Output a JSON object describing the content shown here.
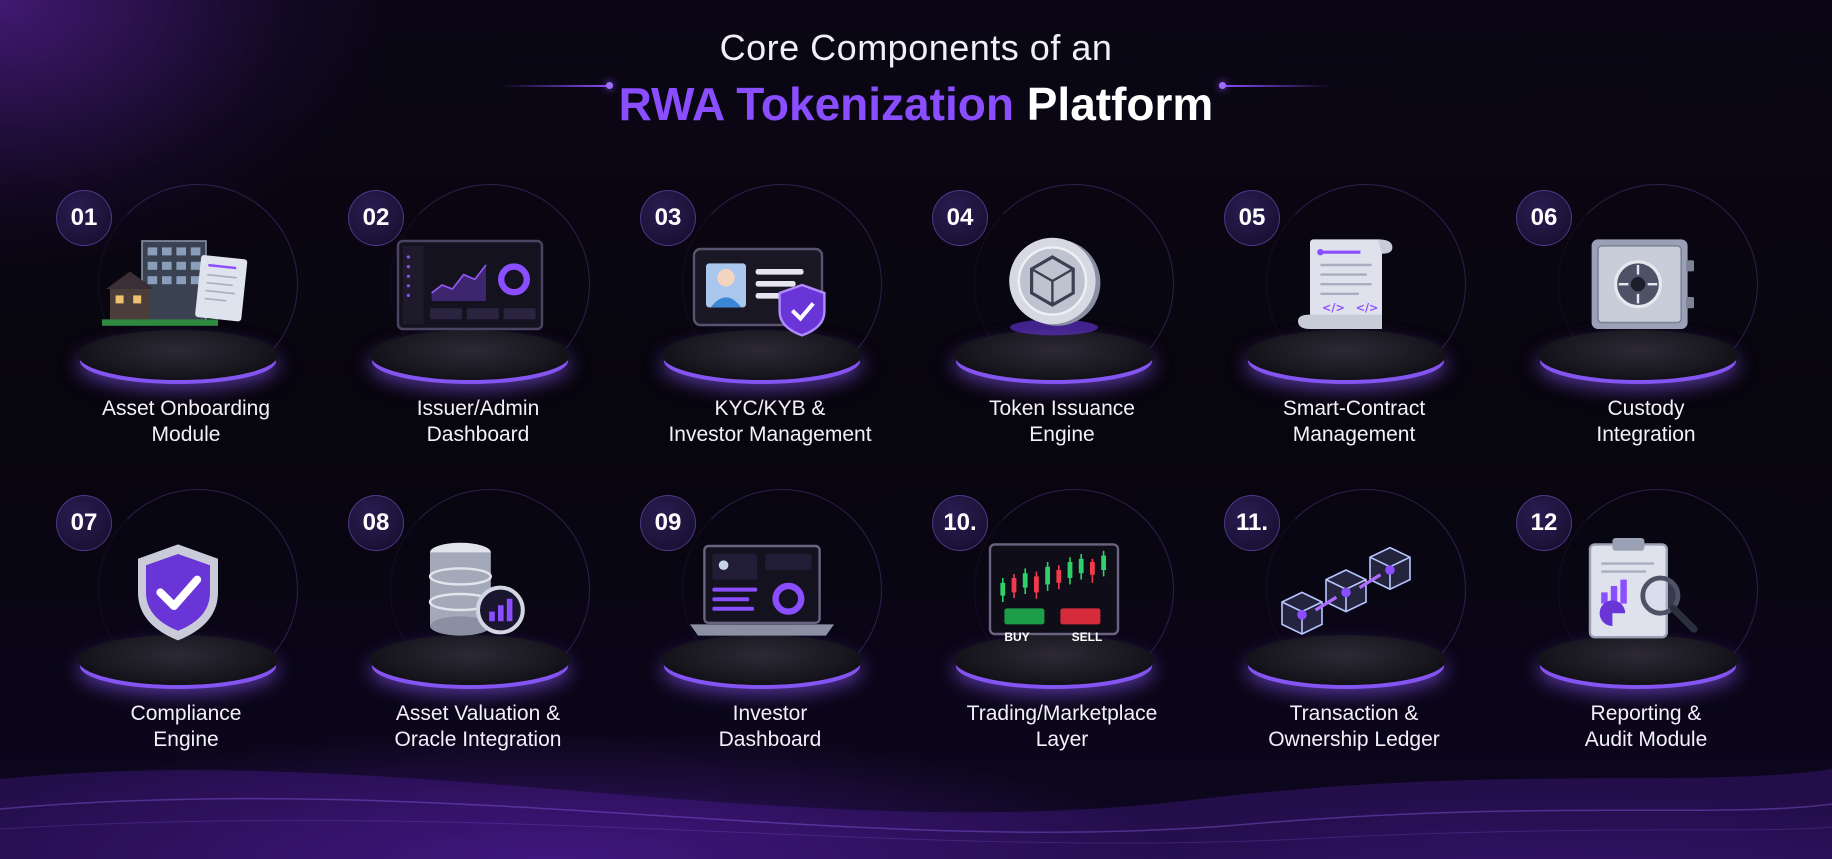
{
  "header": {
    "line1": "Core Components of an",
    "line2_accent": "RWA Tokenization",
    "line2_rest": "Platform"
  },
  "colors": {
    "accent": "#8a4dff",
    "background": "#07050d",
    "glow": "#a070ff"
  },
  "components": [
    {
      "number": "01",
      "line1": "Asset Onboarding",
      "line2": "Module",
      "icon": "building-document-icon"
    },
    {
      "number": "02",
      "line1": "Issuer/Admin",
      "line2": "Dashboard",
      "icon": "dashboard-screen-icon"
    },
    {
      "number": "03",
      "line1": "KYC/KYB &",
      "line2": "Investor Management",
      "icon": "id-card-shield-icon"
    },
    {
      "number": "04",
      "line1": "Token Issuance",
      "line2": "Engine",
      "icon": "token-coin-icon"
    },
    {
      "number": "05",
      "line1": "Smart-Contract",
      "line2": "Management",
      "icon": "contract-scroll-icon"
    },
    {
      "number": "06",
      "line1": "Custody",
      "line2": "Integration",
      "icon": "vault-safe-icon"
    },
    {
      "number": "07",
      "line1": "Compliance",
      "line2": "Engine",
      "icon": "shield-check-icon"
    },
    {
      "number": "08",
      "line1": "Asset Valuation &",
      "line2": "Oracle Integration",
      "icon": "database-chart-icon"
    },
    {
      "number": "09",
      "line1": "Investor",
      "line2": "Dashboard",
      "icon": "laptop-dashboard-icon"
    },
    {
      "number": "10.",
      "line1": "Trading/Marketplace",
      "line2": "Layer",
      "icon": "trading-monitor-icon",
      "buy": "BUY",
      "sell": "SELL"
    },
    {
      "number": "11.",
      "line1": "Transaction &",
      "line2": "Ownership Ledger",
      "icon": "blockchain-cubes-icon"
    },
    {
      "number": "12",
      "line1": "Reporting &",
      "line2": "Audit Module",
      "icon": "clipboard-magnifier-icon"
    }
  ]
}
